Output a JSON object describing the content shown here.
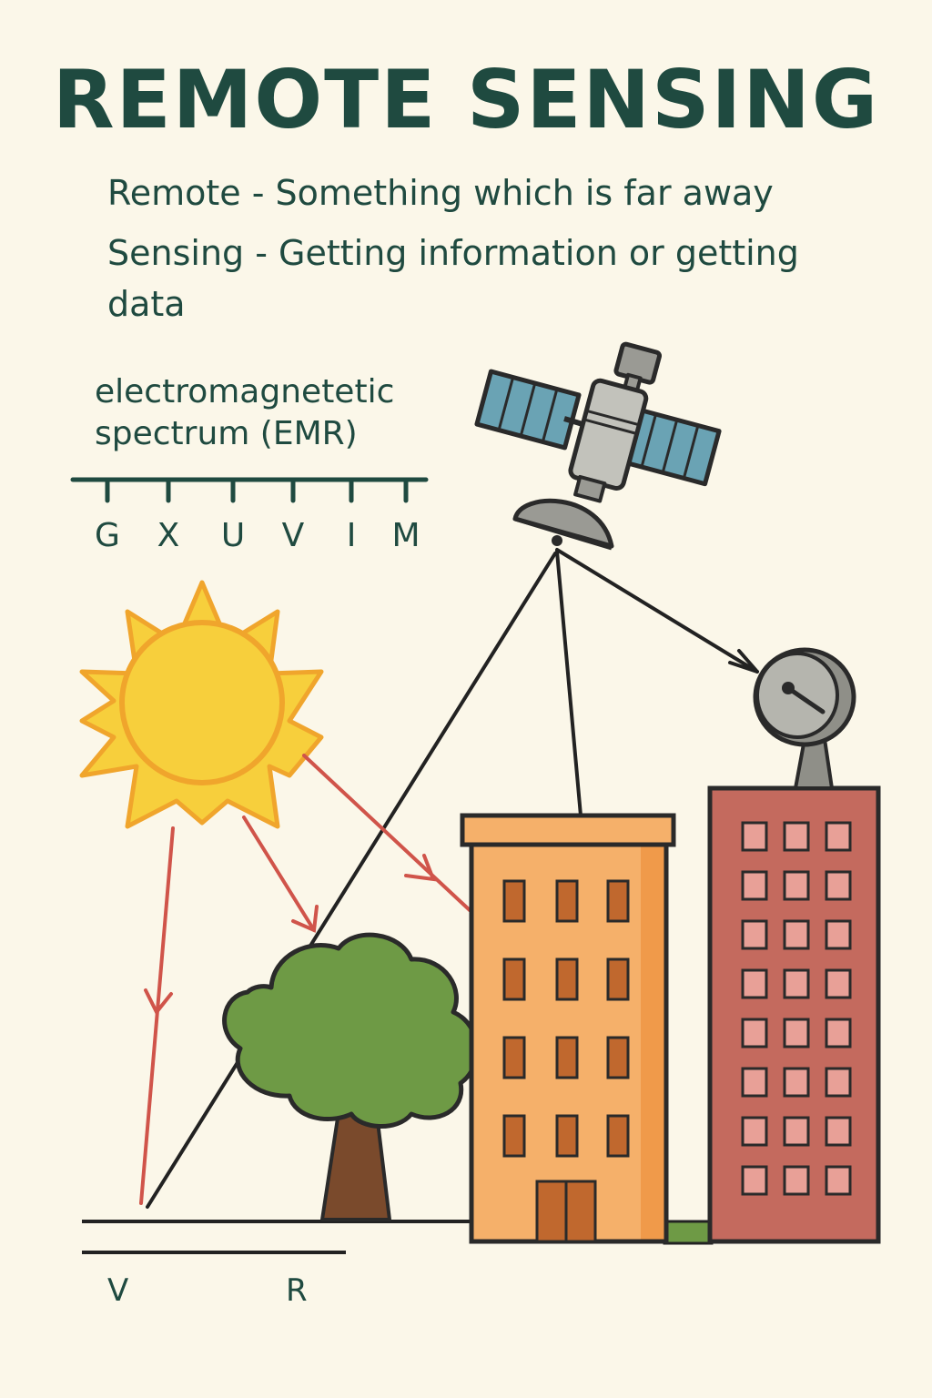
{
  "title": "REMOTE SENSING",
  "definitions": {
    "remote": "Remote - Something which is far away",
    "sensing": "Sensing - Getting information or getting data"
  },
  "emr": {
    "line1": "electromagnetetic",
    "line2": "spectrum (EMR)",
    "letters": [
      "G",
      "X",
      "U",
      "V",
      "I",
      "M"
    ]
  },
  "legend": {
    "left": "V",
    "right": "R"
  },
  "colors": {
    "text": "#1f4a40",
    "background": "#fbf7e9",
    "ray": "#d0544a",
    "sun": "#f7cf3c",
    "tree": "#6e9a45",
    "building_orange": "#f5b06a",
    "building_red": "#c46a5e"
  },
  "icons": [
    "satellite-icon",
    "sun-icon",
    "tree-icon",
    "satellite-dish-icon",
    "building-icon"
  ]
}
